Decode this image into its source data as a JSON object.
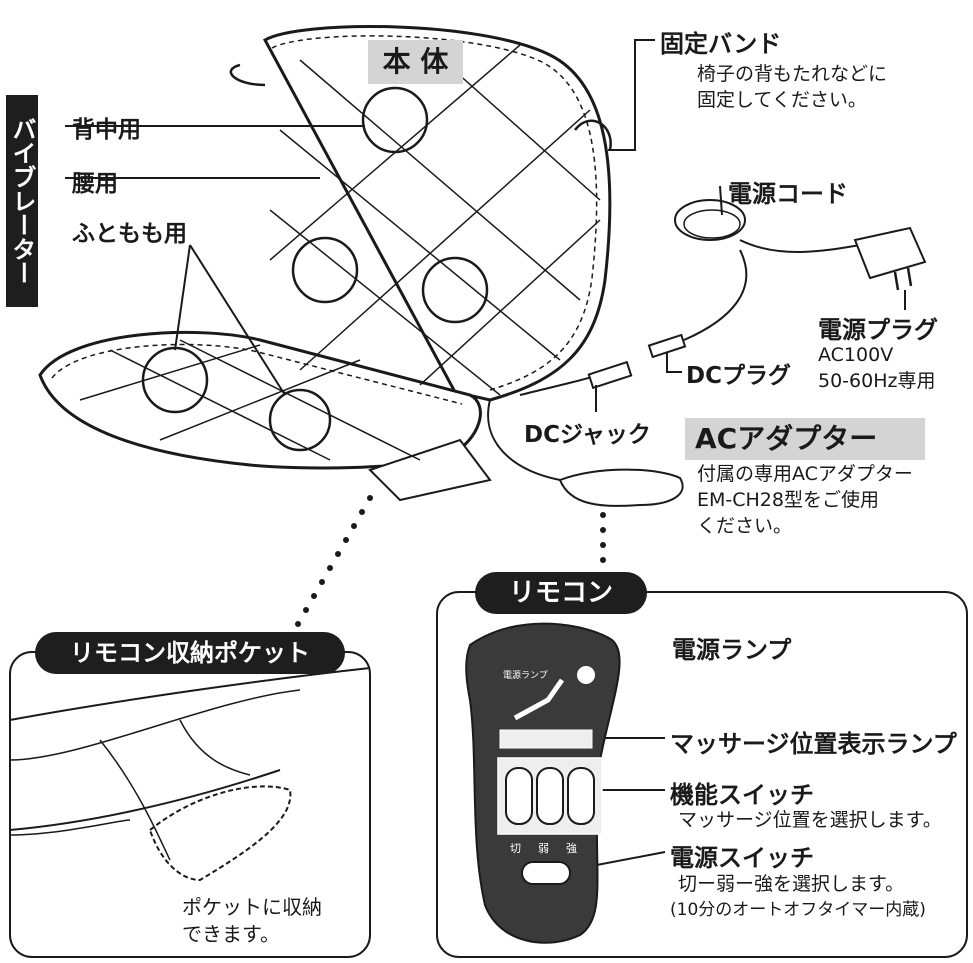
{
  "title": "本 体",
  "vibrator": {
    "group_label": "バイブレーター",
    "back": "背中用",
    "waist": "腰用",
    "thigh": "ふともも用"
  },
  "band": {
    "label": "固定バンド",
    "desc": [
      "椅子の背もたれなどに",
      "固定してください。"
    ]
  },
  "cord": {
    "label": "電源コード"
  },
  "plug": {
    "label": "電源プラグ",
    "desc": [
      "AC100V",
      "50-60Hz専用"
    ]
  },
  "dc_plug": {
    "label": "DCプラグ"
  },
  "dc_jack": {
    "label": "DCジャック"
  },
  "adapter": {
    "label": "ACアダプター",
    "desc": [
      "付属の専用ACアダプター",
      "EM-CH28型をご使用",
      "ください。"
    ]
  },
  "pocket": {
    "title": "リモコン収納ポケット",
    "desc": [
      "ポケットに収納",
      "できます。"
    ]
  },
  "remote": {
    "title": "リモコン",
    "lamp_text": "電源ランプ",
    "switch_texts": [
      "切",
      "弱",
      "強"
    ],
    "power_lamp": {
      "label": "電源ランプ"
    },
    "position_lamp": {
      "label": "マッサージ位置表示ランプ"
    },
    "function_switch": {
      "label": "機能スイッチ",
      "desc": "マッサージ位置を選択します。"
    },
    "power_switch": {
      "label": "電源スイッチ",
      "desc": [
        "切ー弱ー強を選択します。",
        "(10分のオートオフタイマー内蔵)"
      ]
    }
  },
  "colors": {
    "ink": "#1a1a1a",
    "tag_gray": "#d4d4d4",
    "pill": "#1e1e1e",
    "remote_body": "#3a3a3a"
  }
}
